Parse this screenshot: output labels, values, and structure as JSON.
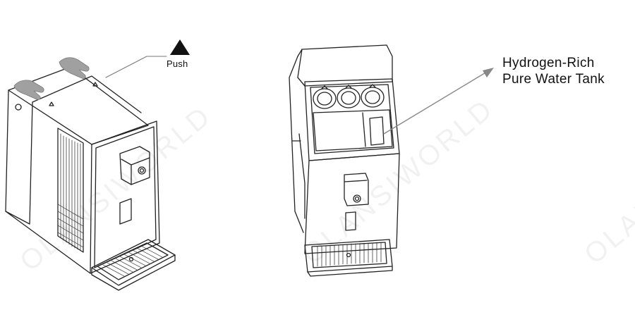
{
  "labels": {
    "push": "Push",
    "tank_line1": "Hydrogen-Rich",
    "tank_line2": "Pure Water Tank"
  },
  "watermark": {
    "text": "OLANSIWORLD"
  },
  "colors": {
    "line": "#222222",
    "hand": "#9a9a9a",
    "arrow": "#888888",
    "watermark": "#ededed"
  },
  "icons": {
    "push_marker": "triangle-icon",
    "press_hands": "hand-icon"
  }
}
